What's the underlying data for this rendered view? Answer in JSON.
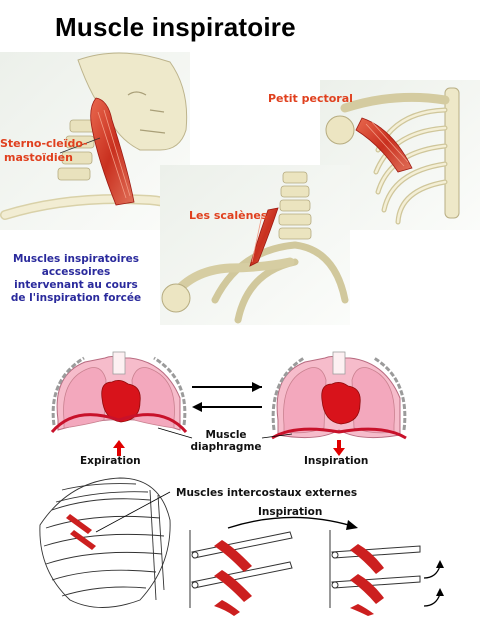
{
  "title": "Muscle inspiratoire",
  "top_panel": {
    "labels": {
      "sterno_line1": "Sterno-cleïdo-",
      "sterno_line2": "mastoïdien",
      "petit_pectoral": "Petit pectoral",
      "scalenes": "Les scalènes",
      "accessory_line1": "Muscles inspiratoires",
      "accessory_line2": "accessoires",
      "accessory_line3": "intervenant au cours",
      "accessory_line4": "de l'inspiration forcée"
    }
  },
  "diaphragm_panel": {
    "expiration": "Expiration",
    "inspiration": "Inspiration",
    "muscle_line1": "Muscle",
    "muscle_line2": "diaphragme"
  },
  "intercostal_panel": {
    "label": "Muscles intercostaux externes",
    "inspiration": "Inspiration"
  },
  "colors": {
    "muscle_red": "#cc1f1f",
    "bone": "#efe9c8",
    "lung_pink": "#f4b5c6",
    "label_red": "#e0401e",
    "label_blue": "#2a2a9c"
  }
}
